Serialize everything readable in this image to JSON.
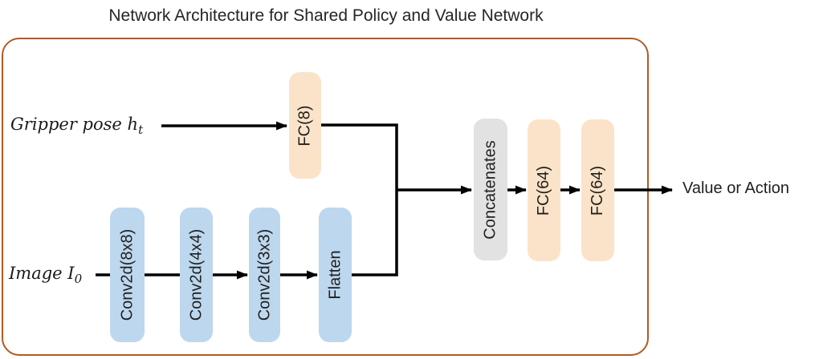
{
  "title": "Network Architecture for Shared Policy and Value Network",
  "colors": {
    "box_border": "#B35A22",
    "conv_block": "#BDD7EE",
    "fc_block": "#FBE3C9",
    "concat_block": "#E2E2E2",
    "arrow": "#000000",
    "text": "#1f1f1f"
  },
  "inputs": {
    "gripper": {
      "text": "Gripper pose h",
      "sub": "t"
    },
    "image": {
      "text": "Image I",
      "sub": "0"
    }
  },
  "blocks": {
    "fc8": {
      "label": "FC(8)"
    },
    "conv1": {
      "label": "Conv2d(8x8)"
    },
    "conv2": {
      "label": "Conv2d(4x4)"
    },
    "conv3": {
      "label": "Conv2d(3x3)"
    },
    "flatten": {
      "label": "Flatten"
    },
    "concat": {
      "label": "Concatenates"
    },
    "fc64_1": {
      "label": "FC(64)"
    },
    "fc64_2": {
      "label": "FC(64)"
    }
  },
  "output": {
    "label": "Value or Action"
  }
}
